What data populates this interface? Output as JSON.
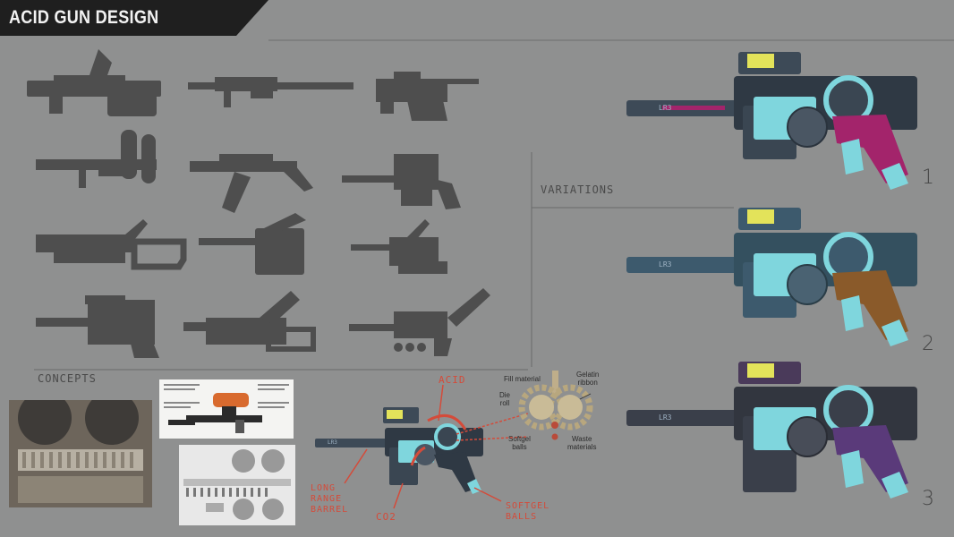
{
  "title": "ACID GUN DESIGN",
  "labels": {
    "variations": "VARIATIONS",
    "concepts": "CONCEPTS"
  },
  "annotations": {
    "acid": "ACID",
    "long_range_barrel": [
      "LONG",
      "RANGE",
      "BARREL"
    ],
    "co2": "CO2",
    "softgel_balls": [
      "SOFTGEL",
      "BALLS"
    ]
  },
  "diagram_labels": {
    "fill_material": "Fill material",
    "gelatin_ribbon": [
      "Gelatin",
      "ribbon"
    ],
    "die_roll": [
      "Die",
      "roll"
    ],
    "softgel_balls": [
      "Softgel",
      "balls"
    ],
    "waste_materials": [
      "Waste",
      "materials"
    ]
  },
  "variation_numbers": [
    "1",
    "2",
    "3"
  ],
  "gun_marking": "LR3",
  "colors": {
    "background": "#8f9090",
    "title_bar": "#1f1f1f",
    "silhouette": "#4e4e4e",
    "gun_body": "#3d4a57",
    "accent_cyan": "#7fd6dd",
    "accent_yellow": "#e3e35a",
    "variant_1_grip": "#a3246b",
    "variant_2_grip": "#8a5a2a",
    "variant_3_grip": "#5a3a7a",
    "annotation_red": "#d44b3a"
  }
}
